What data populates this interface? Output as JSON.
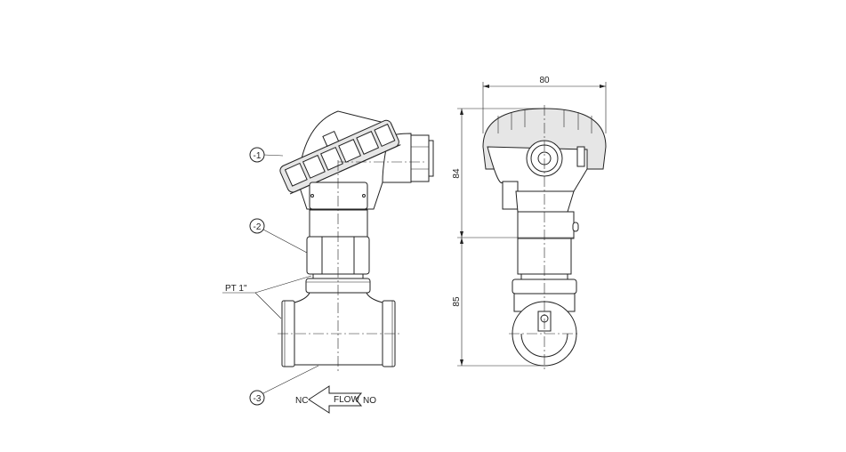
{
  "drawing": {
    "callouts": [
      "-1",
      "-2",
      "-3"
    ],
    "thread_label": "PT 1\"",
    "flow": {
      "left": "NC",
      "center": "FLOW",
      "right": "NO"
    },
    "dimensions": {
      "width": "80",
      "upper_height": "84",
      "lower_height": "85"
    }
  }
}
